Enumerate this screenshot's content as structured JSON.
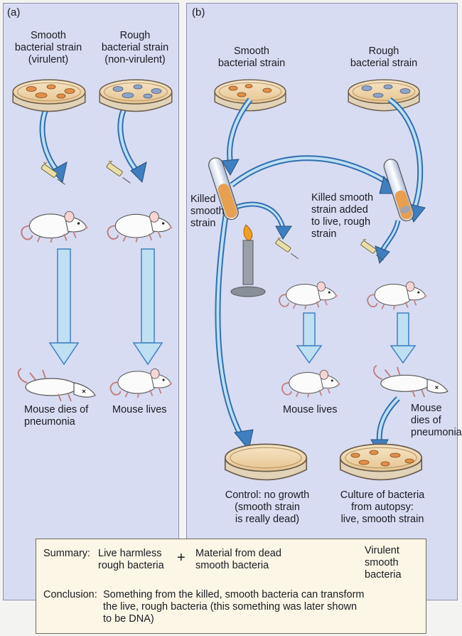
{
  "panel_a": {
    "label": "(a)",
    "smooth_label": [
      "Smooth",
      "bacterial strain",
      "(virulent)"
    ],
    "rough_label": [
      "Rough",
      "bacterial strain",
      "(non-virulent)"
    ],
    "smooth_outcome": [
      "Mouse dies of",
      "pneumonia"
    ],
    "rough_outcome": "Mouse lives"
  },
  "panel_b": {
    "label": "(b)",
    "smooth_label": [
      "Smooth",
      "bacterial strain"
    ],
    "rough_label": [
      "Rough",
      "bacterial strain"
    ],
    "killed_label": [
      "Killed",
      "smooth",
      "strain"
    ],
    "mixed_label": [
      "Killed smooth",
      "strain added",
      "to live, rough",
      "strain"
    ],
    "killed_outcome": "Mouse lives",
    "mixed_outcome": [
      "Mouse",
      "dies of",
      "pneumonia"
    ],
    "control_label": [
      "Control: no growth",
      "(smooth strain",
      "is really dead)"
    ],
    "culture_label": [
      "Culture of bacteria",
      "from autopsy:",
      "live, smooth strain"
    ]
  },
  "summary": {
    "prefix": "Summary:",
    "live": [
      "Live harmless",
      "rough bacteria"
    ],
    "plus": "+",
    "material": [
      "Material from dead",
      "smooth bacteria"
    ],
    "result": [
      "Virulent",
      "smooth",
      "bacteria"
    ],
    "conclusion_prefix": "Conclusion:",
    "conclusion_lines": [
      "Something from the killed, smooth bacteria can transform",
      "the live, rough bacteria (this something was later shown",
      "to be DNA)"
    ]
  },
  "colors": {
    "panel": "#d8dcf2",
    "arrow": "#3f7fbf",
    "smooth_colony": "#e0904a",
    "rough_colony": "#8fa4c8",
    "summary_bg": "#fbf6e6"
  }
}
